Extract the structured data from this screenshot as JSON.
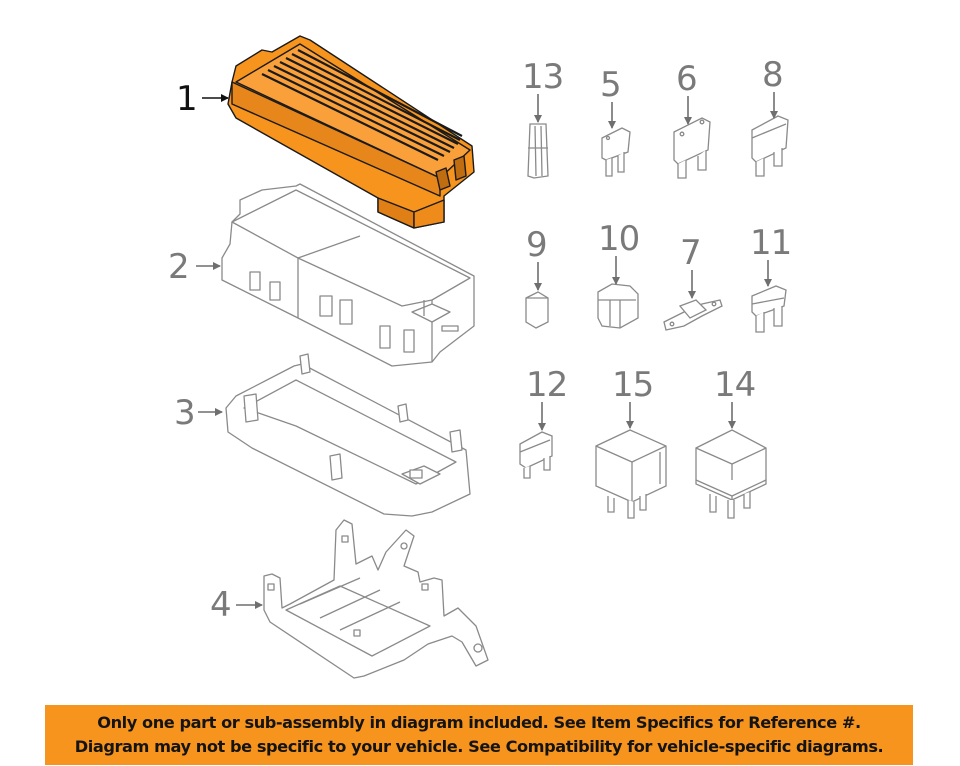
{
  "diagram": {
    "title": "Fuse and relay box exploded parts diagram",
    "highlight_color": "#f7941d",
    "line_color": "#8a8a8a",
    "highlighted_part": "1",
    "callouts": [
      {
        "id": "1",
        "label": "1",
        "part": "fuse-box-cover",
        "highlighted": true
      },
      {
        "id": "2",
        "label": "2",
        "part": "fuse-box-upper-housing"
      },
      {
        "id": "3",
        "label": "3",
        "part": "fuse-box-lower-housing"
      },
      {
        "id": "4",
        "label": "4",
        "part": "mounting-bracket"
      },
      {
        "id": "5",
        "label": "5",
        "part": "mini-fuse"
      },
      {
        "id": "6",
        "label": "6",
        "part": "standard-fuse"
      },
      {
        "id": "7",
        "label": "7",
        "part": "bolt-in-mega-fuse"
      },
      {
        "id": "8",
        "label": "8",
        "part": "maxi-fuse"
      },
      {
        "id": "9",
        "label": "9",
        "part": "j-case-fuse-small"
      },
      {
        "id": "10",
        "label": "10",
        "part": "j-case-fuse"
      },
      {
        "id": "11",
        "label": "11",
        "part": "maxi-fuse-alt"
      },
      {
        "id": "12",
        "label": "12",
        "part": "low-profile-fuse"
      },
      {
        "id": "13",
        "label": "13",
        "part": "fuse-puller-connector"
      },
      {
        "id": "14",
        "label": "14",
        "part": "relay"
      },
      {
        "id": "15",
        "label": "15",
        "part": "relay-alt"
      }
    ]
  },
  "banner": {
    "background": "#f7941d",
    "line1": "Only one part or sub-assembly in diagram included. See Item Specifics for Reference #.",
    "line2": "Diagram may not be specific to your vehicle. See Compatibility for vehicle-specific diagrams."
  }
}
